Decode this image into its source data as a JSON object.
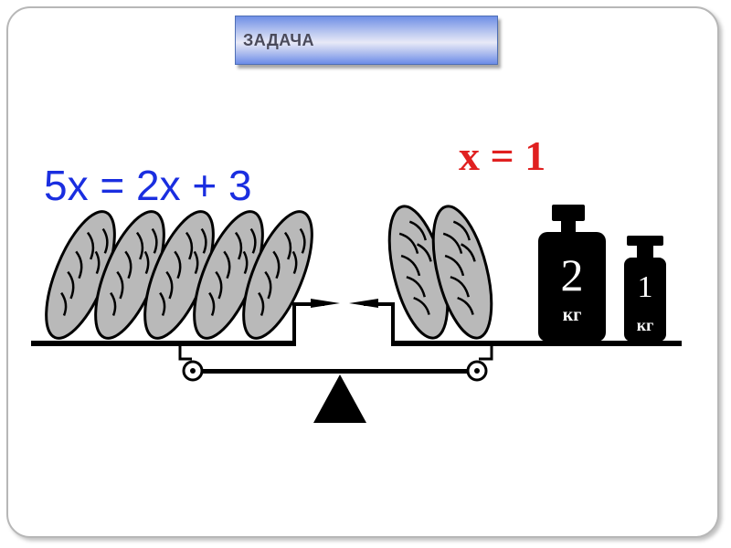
{
  "title": "ЗАДАЧА",
  "equation": "5x = 2x + 3",
  "solution": "x = 1",
  "weights": [
    {
      "value": "2",
      "unit": "кг"
    },
    {
      "value": "1",
      "unit": "кг"
    }
  ],
  "left_loaves": 5,
  "right_loaves": 2,
  "colors": {
    "equation": "#1a2ee0",
    "solution": "#e02020",
    "loaf": "#b9b9b9",
    "weight": "#000000"
  }
}
